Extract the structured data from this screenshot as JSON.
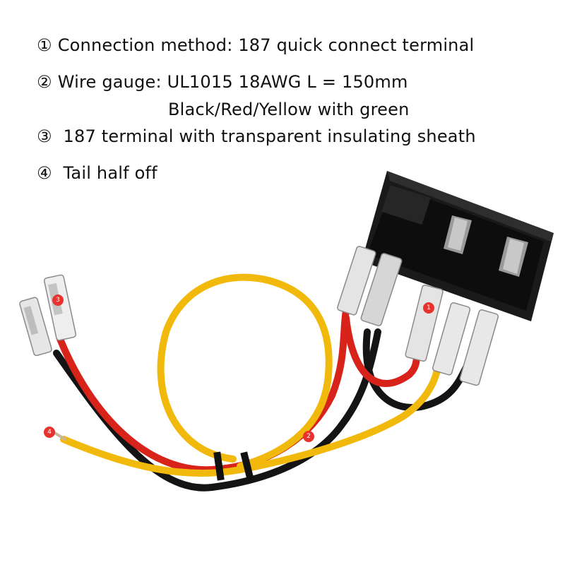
{
  "specs": [
    {
      "marker": "①",
      "text": "Connection method: 187 quick connect terminal"
    },
    {
      "marker": "②",
      "text": "Wire gauge: UL1015 18AWG  L = 150mm"
    },
    {
      "marker": "",
      "text": "Black/Red/Yellow with green"
    },
    {
      "marker": "③",
      "text": " 187 terminal with transparent insulating sheath"
    },
    {
      "marker": "④",
      "text": " Tail half off"
    }
  ],
  "markers": [
    {
      "label": "1"
    },
    {
      "label": "2"
    },
    {
      "label": "3"
    },
    {
      "label": "4"
    }
  ],
  "colors": {
    "wire_red": "#d8231b",
    "wire_yellow": "#f2b90d",
    "wire_black": "#141414",
    "marker": "#e8322e",
    "housing": "#1a1a1a"
  }
}
